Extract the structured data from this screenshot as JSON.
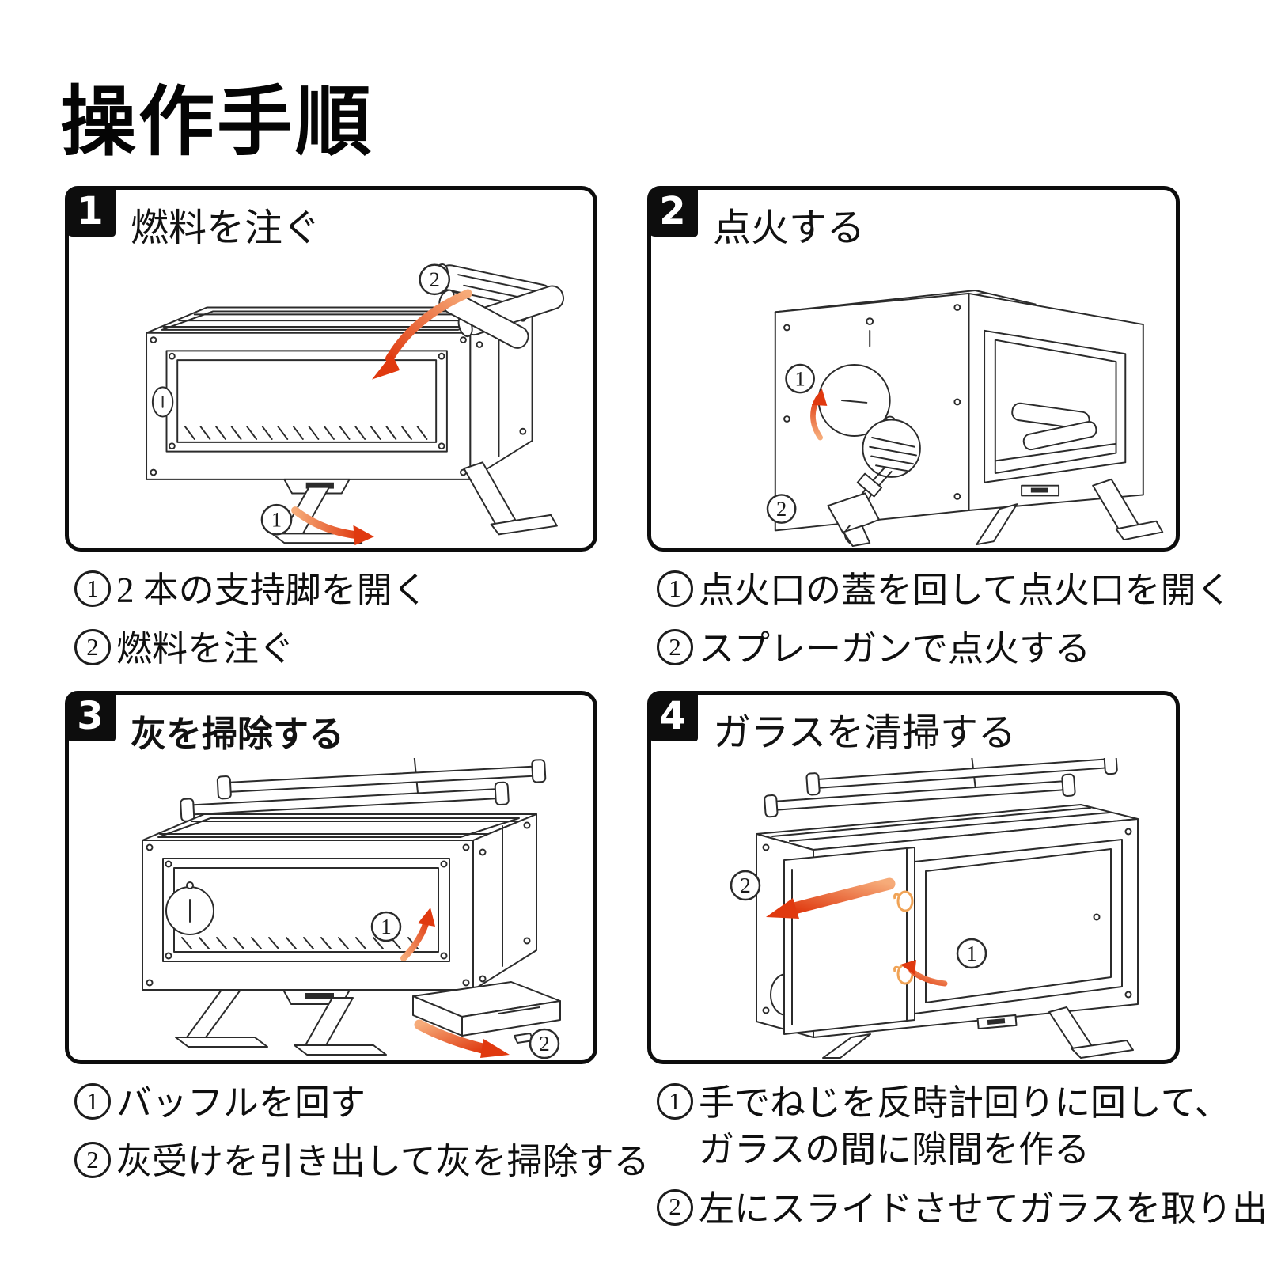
{
  "page": {
    "title": "操作手順"
  },
  "colors": {
    "ink": "#1a1a1a",
    "badge_bg": "#0d0d0d",
    "badge_fg": "#ffffff",
    "arrow_head": "#e0390f",
    "arrow_tail": "#f6ab79",
    "screw_highlight": "#f0a356"
  },
  "panels": [
    {
      "number": "1",
      "title": "燃料を注ぐ",
      "figure": "pour-fuel-into-stove",
      "figure_labels": [
        "2",
        "1"
      ],
      "steps": [
        {
          "marker": "1",
          "lines": [
            "2 本の支持脚を開く"
          ]
        },
        {
          "marker": "2",
          "lines": [
            "燃料を注ぐ"
          ]
        }
      ]
    },
    {
      "number": "2",
      "title": "点火する",
      "figure": "ignite-with-spray-gun",
      "figure_labels": [
        "1",
        "2"
      ],
      "steps": [
        {
          "marker": "1",
          "lines": [
            "点火口の蓋を回して点火口を開く"
          ]
        },
        {
          "marker": "2",
          "lines": [
            "スプレーガンで点火する"
          ]
        }
      ]
    },
    {
      "number": "3",
      "title": "灰を掃除する",
      "figure": "pull-out-ash-tray",
      "figure_labels": [
        "1",
        "2"
      ],
      "steps": [
        {
          "marker": "1",
          "lines": [
            "バッフルを回す"
          ]
        },
        {
          "marker": "2",
          "lines": [
            "灰受けを引き出して灰を掃除する"
          ]
        }
      ]
    },
    {
      "number": "4",
      "title": "ガラスを清掃する",
      "figure": "slide-out-glass",
      "figure_labels": [
        "2",
        "1"
      ],
      "steps": [
        {
          "marker": "1",
          "lines": [
            "手でねじを反時計回りに回して、",
            "ガラスの間に隙間を作る"
          ]
        },
        {
          "marker": "2",
          "lines": [
            "左にスライドさせてガラスを取り出し"
          ]
        }
      ]
    }
  ]
}
